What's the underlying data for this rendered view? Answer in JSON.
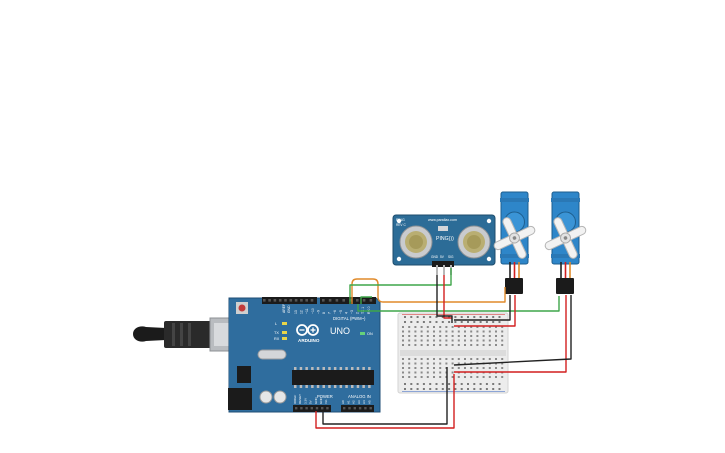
{
  "arduino": {
    "brand": "ARDUINO",
    "model": "UNO",
    "digital_header": "DIGITAL (PWM~)",
    "power_label": "POWER",
    "analog_label": "ANALOG IN",
    "on_label": "ON",
    "tx_label": "TX",
    "rx_label": "RX",
    "l_label": "L",
    "aref_label": "AREF",
    "gnd_label": "GND",
    "pin_labels_top": [
      "13",
      "12",
      "~11",
      "~10",
      "~9",
      "8",
      "7",
      "~6",
      "~5",
      "4",
      "~3",
      "2",
      "TX 1",
      "RX 0"
    ],
    "power_pins": [
      "IOREF",
      "RESET",
      "3.3V",
      "5V",
      "GND",
      "GND",
      "Vin"
    ],
    "analog_pins": [
      "A0",
      "A1",
      "A2",
      "A3",
      "A4",
      "A5"
    ]
  },
  "sensor": {
    "model": "PING)))",
    "url": "www.parallax.com",
    "tag": "PING",
    "rev": "REV C",
    "pins": [
      "GND",
      "5V",
      "SIG"
    ]
  },
  "servos": [
    {
      "id": "servo-1"
    },
    {
      "id": "servo-2"
    }
  ],
  "colors": {
    "board": "#2f6d9e",
    "board_edge": "#1f4e75",
    "breadboard": "#ececec",
    "wire_red": "#d21f1f",
    "wire_black": "#222222",
    "wire_green": "#3fa64a",
    "wire_orange": "#e08a2a",
    "servo_body": "#2e86c9"
  }
}
